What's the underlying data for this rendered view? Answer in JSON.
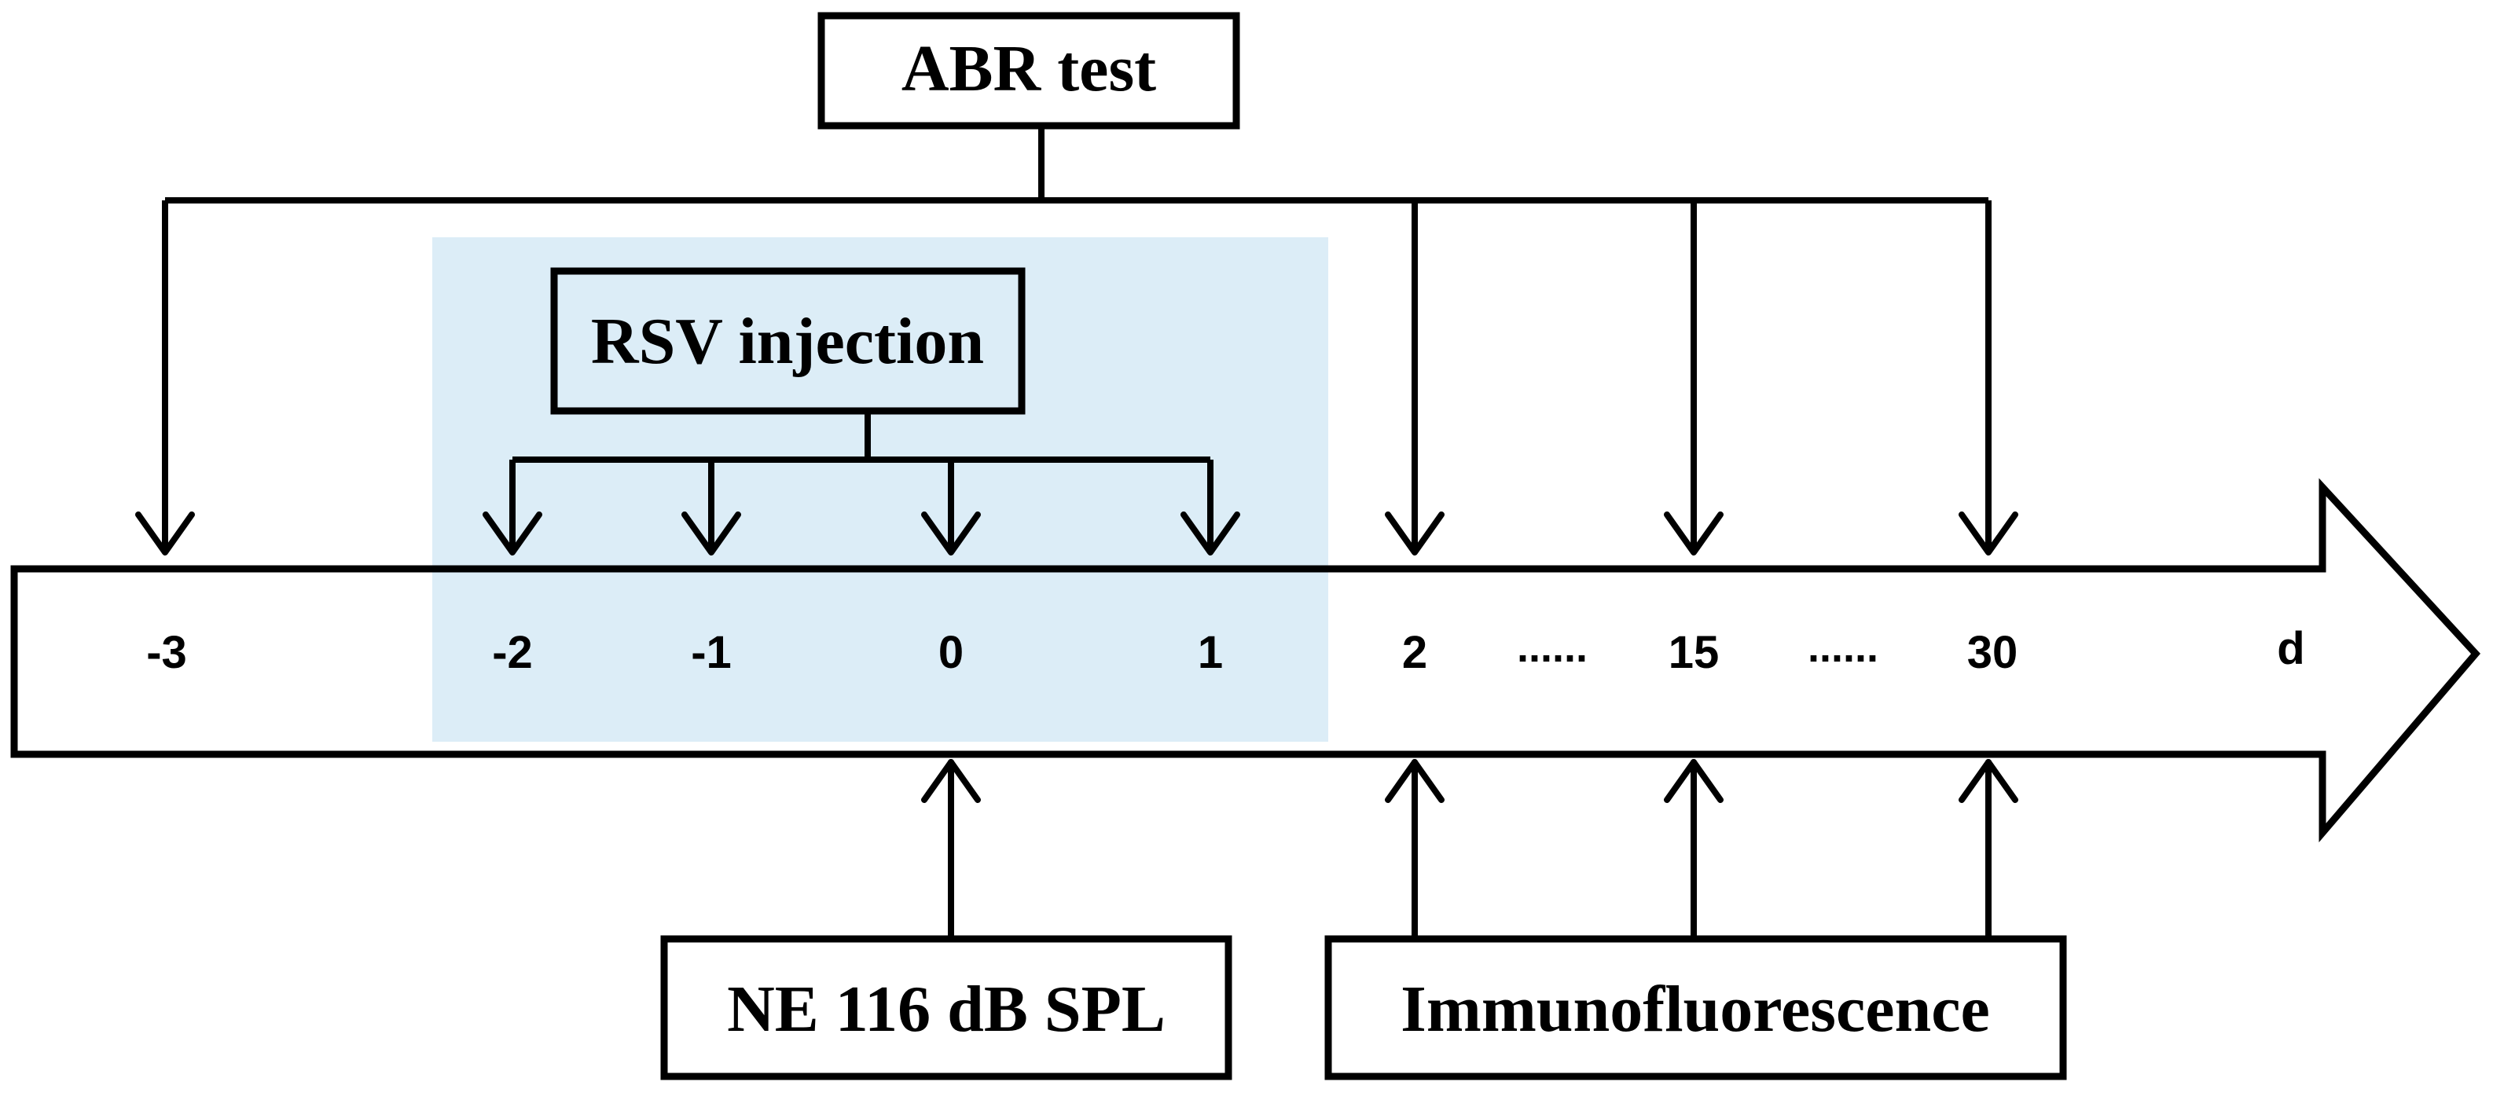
{
  "boxes": {
    "abr_test": "ABR test",
    "rsv_injection": "RSV injection",
    "noise_exposure": "NE 116 dB SPL",
    "immunofluorescence": "Immunofluorescence"
  },
  "timeline": {
    "unit": "d",
    "ellipsis": "......",
    "days": [
      "-3",
      "-2",
      "-1",
      "0",
      "1",
      "2",
      "15",
      "30"
    ]
  },
  "colors": {
    "stroke": "#000000",
    "highlight": "#dcedf7",
    "background": "#ffffff"
  }
}
